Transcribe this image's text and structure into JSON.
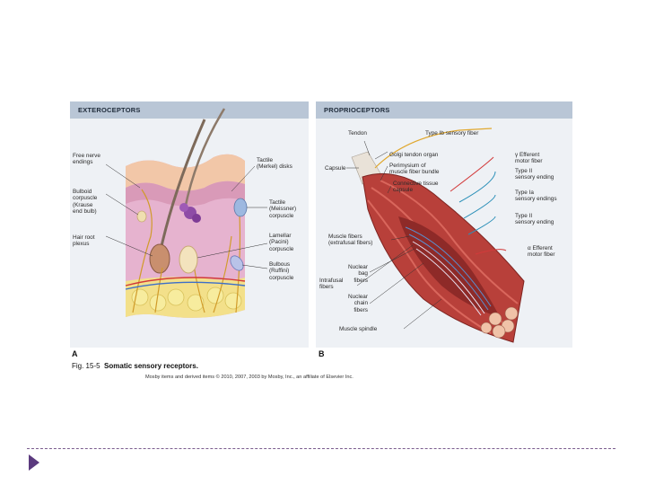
{
  "panel_a": {
    "header": "EXTEROCEPTORS",
    "letter": "A",
    "labels": {
      "free_nerve": "Free nerve\nendings",
      "bulboid": "Bulboid\ncorpuscle\n(Krause\nend bulb)",
      "hair_root": "Hair root\nplexus",
      "merkel": "Tactile\n(Merkel) disks",
      "meissner": "Tactile\n(Meissner)\ncorpuscle",
      "pacini": "Lamellar\n(Pacini)\ncorpuscle",
      "ruffini": "Bulbous\n(Ruffini)\ncorpuscle"
    }
  },
  "panel_b": {
    "header": "PROPRIOCEPTORS",
    "letter": "B",
    "labels": {
      "tendon": "Tendon",
      "type_ib": "Type Ib sensory fiber",
      "capsule": "Capsule",
      "golgi": "Golgi tendon organ",
      "perimysium": "Perimysium of\nmuscle fiber bundle",
      "connective": "Connective tissue\ncapsule",
      "alpha_eff": "γ Efferent\nmotor fiber",
      "type_ii_1": "Type II\nsensory ending",
      "type_ia": "Type Ia\nsensory endings",
      "type_ii_2": "Type II\nsensory ending",
      "muscle_fibers": "Muscle fibers\n(extrafusal fibers)",
      "alpha_motor": "α Efferent\nmotor fiber",
      "intrafusal": "Intrafusal\nfibers",
      "nuclear_bag": "Nuclear\nbag\nfibers",
      "nuclear_chain": "Nuclear\nchain\nfibers",
      "spindle": "Muscle spindle"
    }
  },
  "caption": {
    "prefix": "Fig. 15-5",
    "title": "Somatic sensory receptors."
  },
  "credit": "Mosby items and derived items © 2010, 2007, 2003 by Mosby, Inc., an affiliate of Elsevier Inc."
}
